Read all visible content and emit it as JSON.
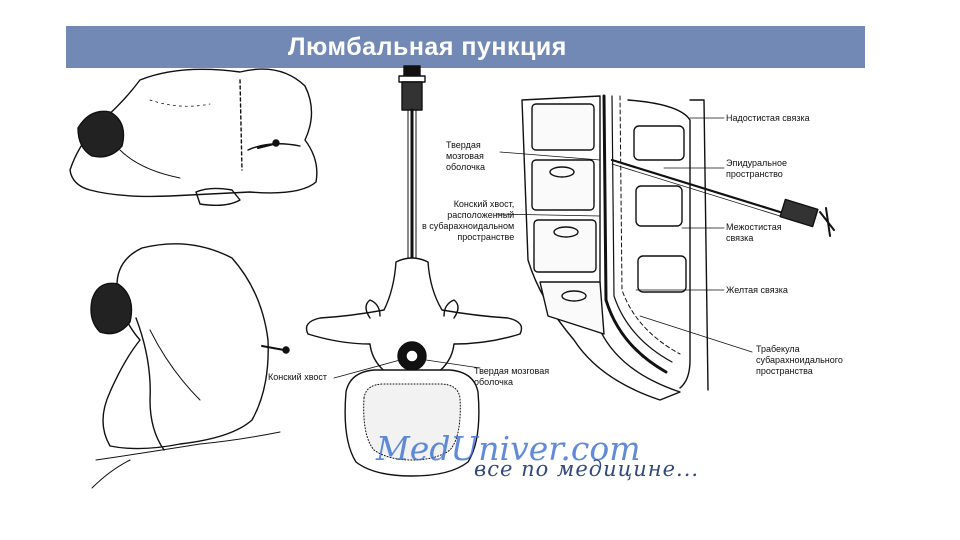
{
  "slide": {
    "title": "Люмбальная пункция"
  },
  "labels": {
    "dura_left": "Твердая\nмозговая\nоболочка",
    "cauda_long": "Конский хвост,\nрасположенный\nв субарахноидальном\nпространстве",
    "cauda_short": "Конский хвост",
    "dura_bottom": "Твердая мозговая\nоболочка",
    "supraspinous": "Надостистая связка",
    "epidural": "Эпидуральное\nпространство",
    "interspinous": "Межостистая\nсвязка",
    "yellow": "Желтая связка",
    "trabecula": "Трабекула\nсубарахноидального\nпространства"
  },
  "watermark": {
    "site": "MedUniver.com",
    "tagline": "все по медицине..."
  },
  "colors": {
    "title_bar": "#7289b6",
    "watermark_site": "#3a6fd0",
    "watermark_tagline": "#0e2a66"
  }
}
